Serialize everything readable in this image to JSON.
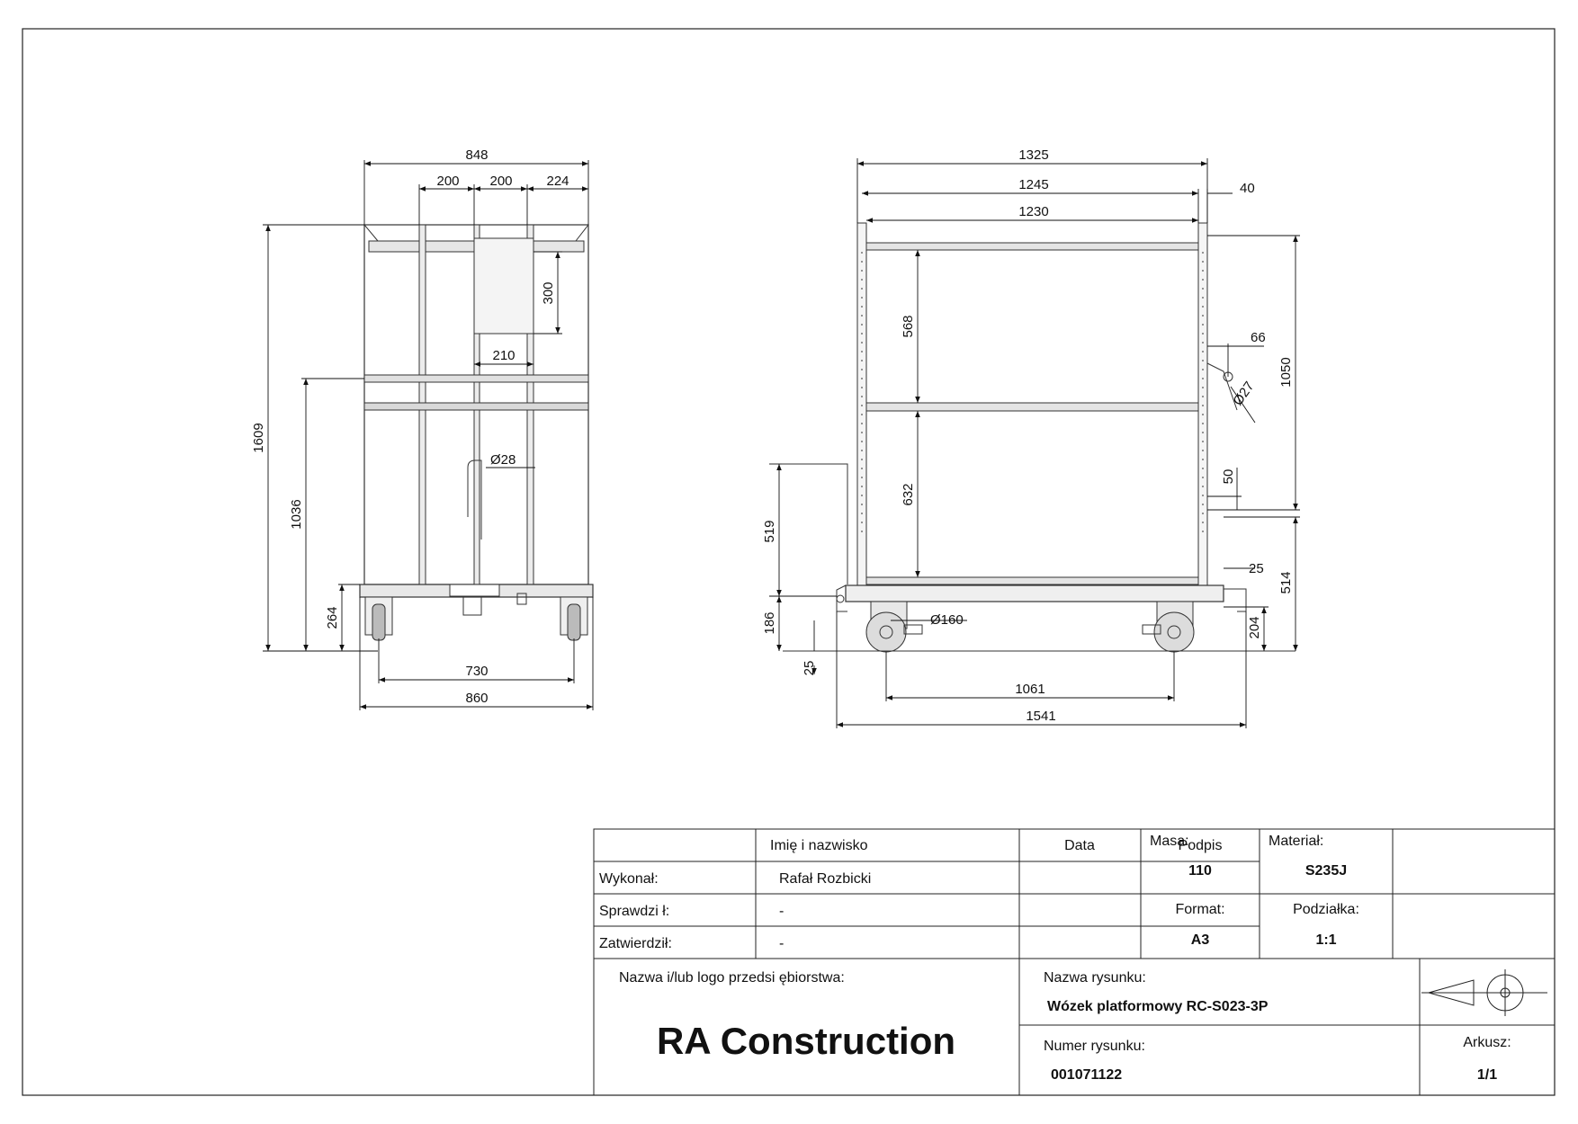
{
  "front_view": {
    "dims": {
      "total_width": "848",
      "spacing_a": "200",
      "spacing_b": "200",
      "spacing_c": "224",
      "panel_height": "300",
      "panel_width": "210",
      "handle_diameter": "Ø28",
      "total_height": "1609",
      "rail_height": "1036",
      "base_height": "264",
      "wheel_track": "730",
      "base_width": "860"
    }
  },
  "side_view": {
    "dims": {
      "overall_length": "1325",
      "inner_length": "1245",
      "post_width": "40",
      "shelf_length": "1230",
      "upper_gap": "568",
      "lower_gap": "632",
      "hole_offset": "66",
      "hole_diameter": "Ø27",
      "post_height": "1050",
      "slot": "50",
      "pin": "25",
      "platform_height": "514",
      "frame_height": "204",
      "handle_height": "519",
      "drawbar_height": "186",
      "ground_clearance": "25",
      "wheel_diameter": "Ø160",
      "wheelbase": "1061",
      "total_length": "1541"
    }
  },
  "title_block": {
    "header": {
      "name": "Imię i nazwisko",
      "date": "Data",
      "signature": "Podpis"
    },
    "rows": [
      {
        "label": "Wykonał:",
        "value": "Rafał Rozbicki"
      },
      {
        "label": "Sprawdzi ł:",
        "value": "-"
      },
      {
        "label": "Zatwierdził:",
        "value": "-"
      }
    ],
    "mass": {
      "label": "Masa:",
      "value": "110"
    },
    "material": {
      "label": "Materiał:",
      "value": "S235J"
    },
    "format": {
      "label": "Format:",
      "value": "A3"
    },
    "scale": {
      "label": "Podziałka:",
      "value": "1:1"
    },
    "company": {
      "label": "Nazwa i/lub logo przedsi ębiorstwa:",
      "value": "RA Construction"
    },
    "drawing_name": {
      "label": "Nazwa rysunku:",
      "value": "Wózek platformowy RC-S023-3P"
    },
    "drawing_number": {
      "label": "Numer rysunku:",
      "value": "001071122"
    },
    "sheet": {
      "label": "Arkusz:",
      "value": "1/1"
    }
  }
}
